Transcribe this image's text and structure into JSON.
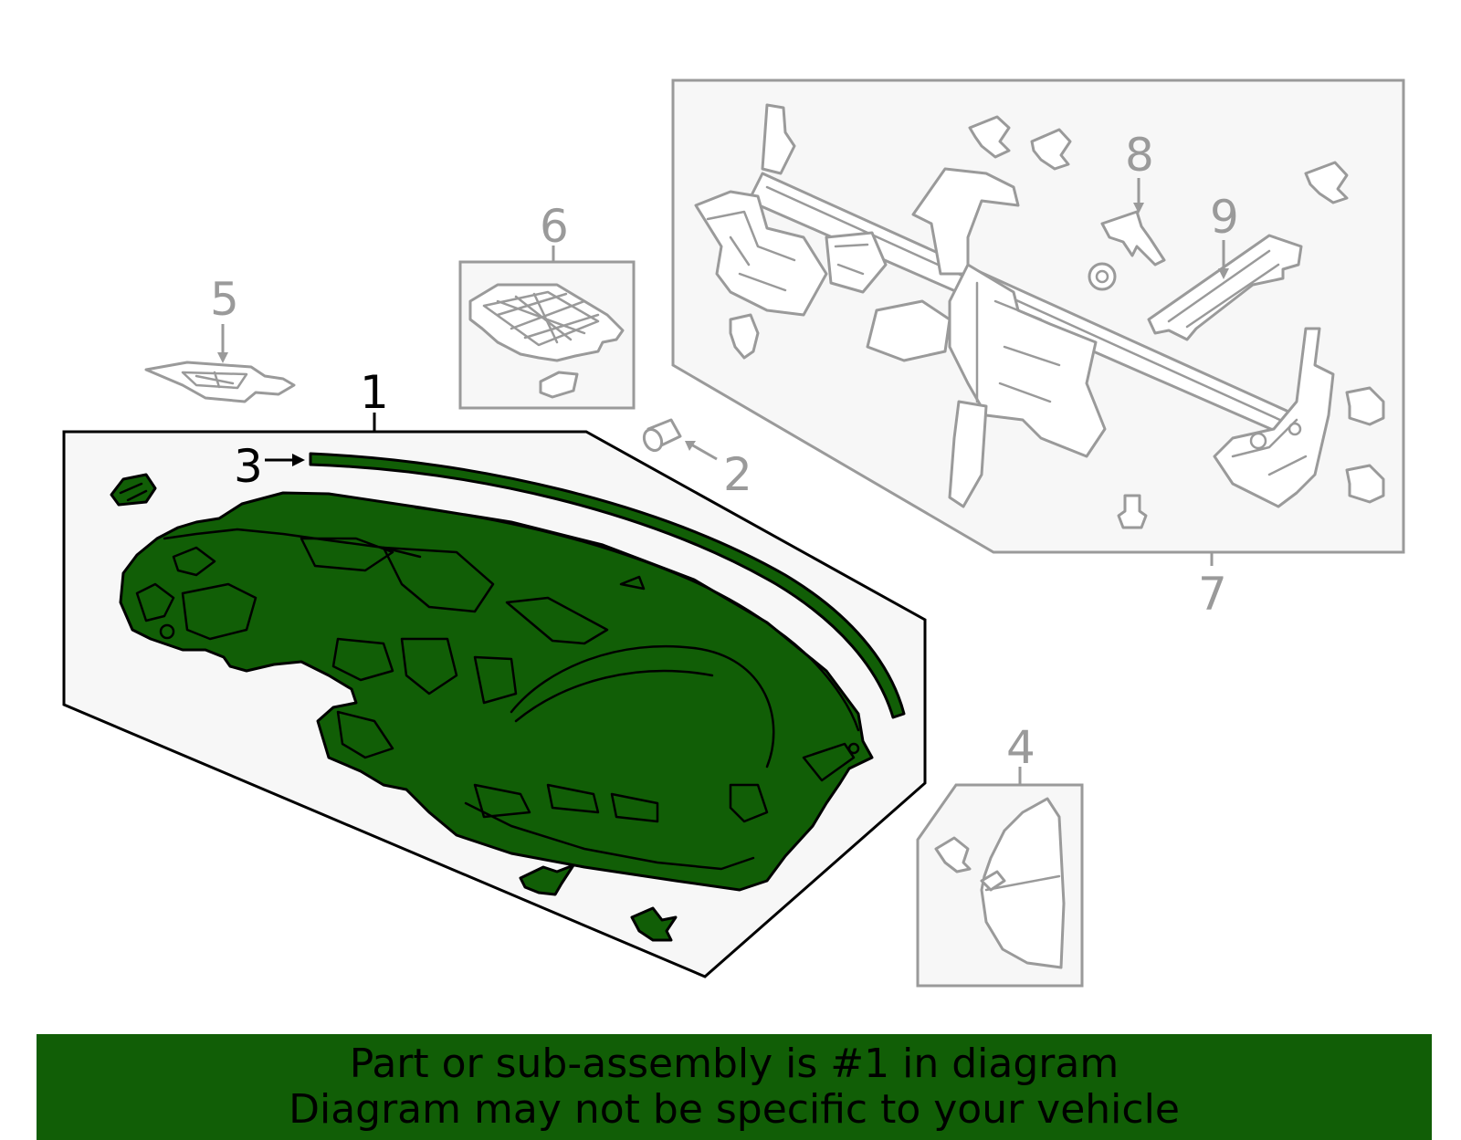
{
  "colors": {
    "highlight": "#115e06",
    "accent_grey": "#9a9a9a",
    "box_fill": "#f7f7f7",
    "banner_bg": "#115e06"
  },
  "callouts": [
    {
      "id": "1",
      "label": "1",
      "highlighted": true
    },
    {
      "id": "2",
      "label": "2",
      "highlighted": false
    },
    {
      "id": "3",
      "label": "3",
      "highlighted": true
    },
    {
      "id": "4",
      "label": "4",
      "highlighted": false
    },
    {
      "id": "5",
      "label": "5",
      "highlighted": false
    },
    {
      "id": "6",
      "label": "6",
      "highlighted": false
    },
    {
      "id": "7",
      "label": "7",
      "highlighted": false
    },
    {
      "id": "8",
      "label": "8",
      "highlighted": false
    },
    {
      "id": "9",
      "label": "9",
      "highlighted": false
    }
  ],
  "banner": {
    "line1": "Part or sub-assembly is #1 in diagram",
    "line2": "Diagram may not be specific to your vehicle"
  }
}
